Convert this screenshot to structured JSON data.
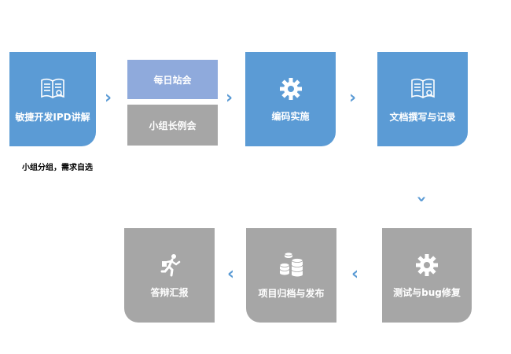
{
  "steps": {
    "agile_ipd": {
      "label": "敏捷开发IPD讲解",
      "icon": "book-icon"
    },
    "daily_standup": {
      "label": "每日站会"
    },
    "group_meeting": {
      "label": "小组长例会"
    },
    "coding": {
      "label": "编码实施",
      "icon": "gear-icon"
    },
    "docs": {
      "label": "文档撰写与记录",
      "icon": "book-icon"
    },
    "testing": {
      "label": "测试与bug修复",
      "icon": "gear-icon"
    },
    "archive": {
      "label": "项目归档与发布",
      "icon": "coins-stack-icon"
    },
    "defense": {
      "label": "答辩汇报",
      "icon": "running-person-icon"
    }
  },
  "note": "小组分组，需求自选",
  "colors": {
    "blue": "#5b9bd5",
    "gray": "#a6a6a6",
    "light_blue": "#8faadc"
  }
}
